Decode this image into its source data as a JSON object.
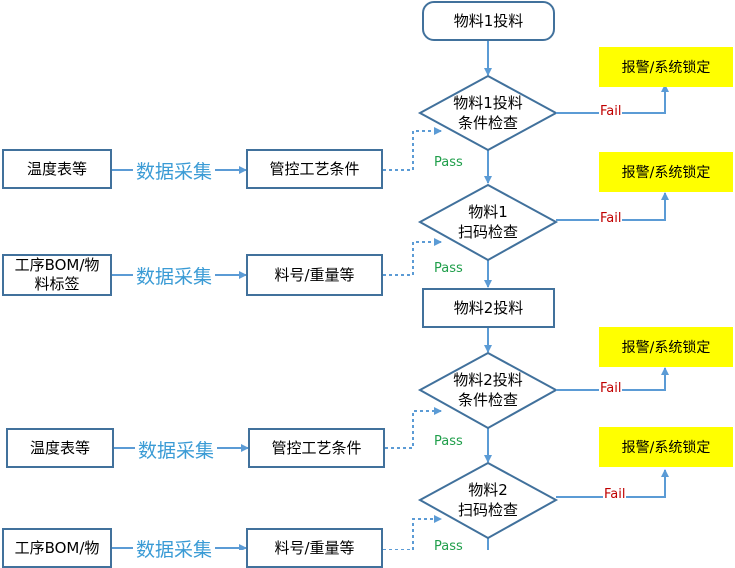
{
  "start": "物料1投料",
  "step2": "物料2投料",
  "alarm": "报警/系统锁定",
  "collect": "数据采集",
  "pass": "Pass",
  "fail": "Fail",
  "checks": [
    {
      "line1": "物料1投料",
      "line2": "条件检查"
    },
    {
      "line1": "物料1",
      "line2": "扫码检查"
    },
    {
      "line1": "物料2投料",
      "line2": "条件检查"
    },
    {
      "line1": "物料2",
      "line2": "扫码检查"
    }
  ],
  "sources": [
    {
      "label": "温度表等",
      "target": "管控工艺条件"
    },
    {
      "label": "工序BOM/物料标签",
      "target": "料号/重量等"
    },
    {
      "label": "温度表等",
      "target": "管控工艺条件"
    },
    {
      "label": "工序BOM/物",
      "target": "料号/重量等"
    }
  ]
}
